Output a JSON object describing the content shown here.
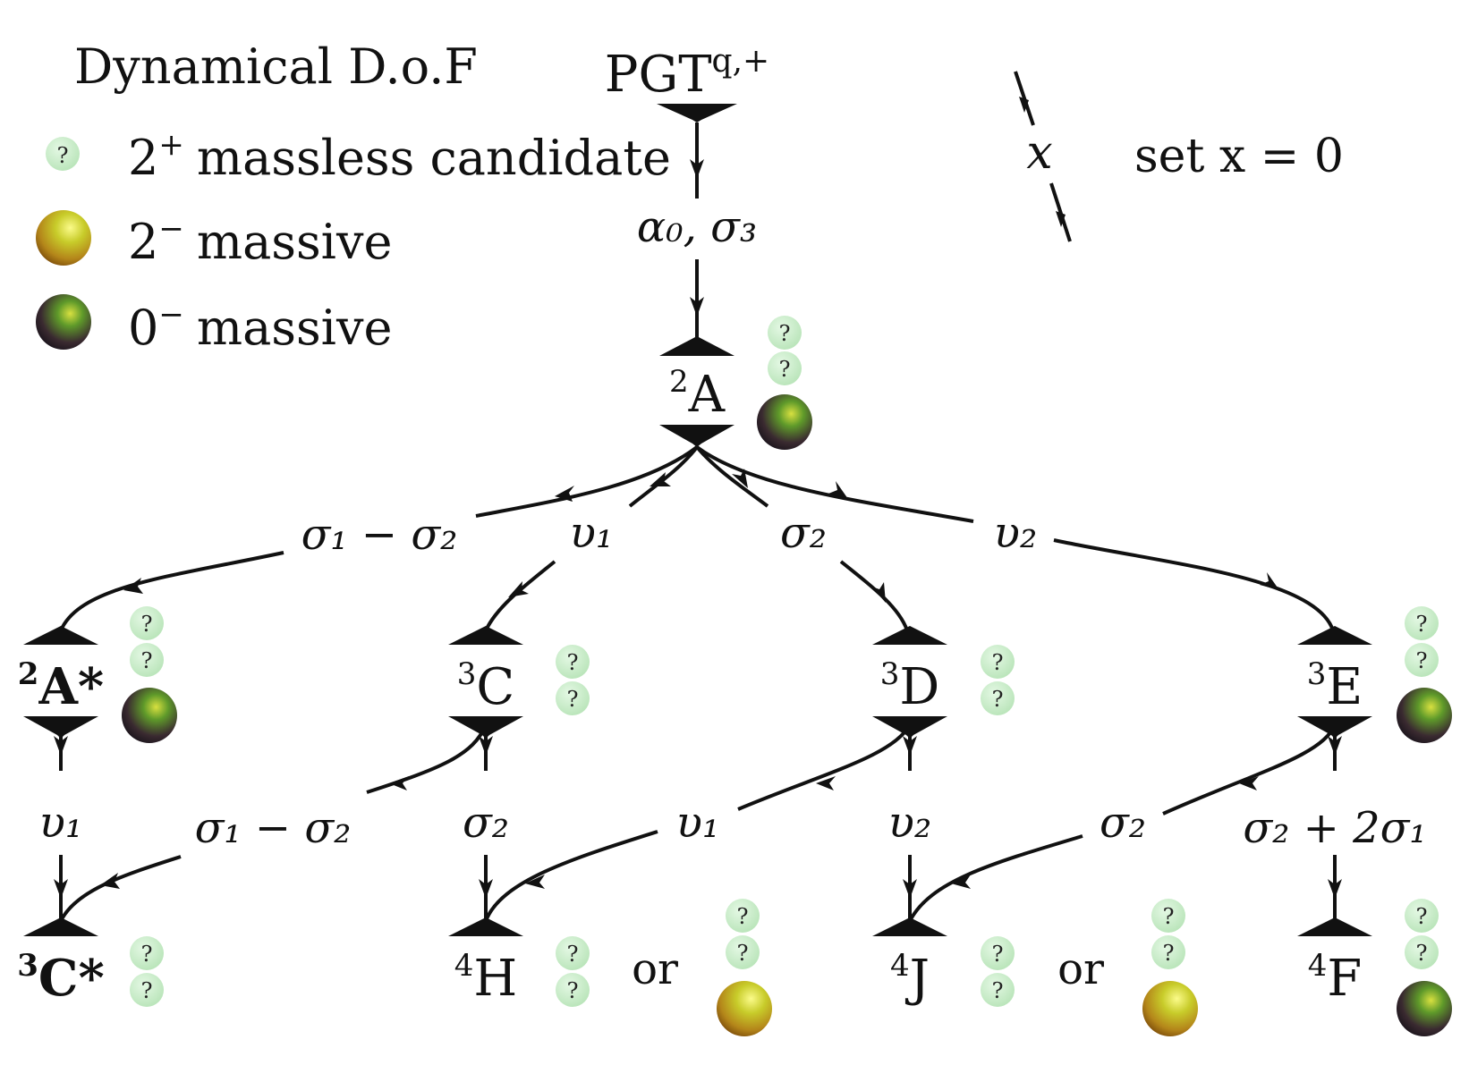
{
  "legend": {
    "title": "Dynamical D.o.F",
    "items": [
      {
        "kind": "massless",
        "sup": "+",
        "base": "2",
        "text": "massless candidate"
      },
      {
        "kind": "massive2",
        "sup": "−",
        "base": "2",
        "text": "massive"
      },
      {
        "kind": "massive0",
        "sup": "−",
        "base": "0",
        "text": "massive"
      }
    ],
    "question_mark": "?"
  },
  "key": {
    "var": "x",
    "text": "set x = 0"
  },
  "colors": {
    "massless_fill": "#c8ecc8",
    "massless_stroke": "#a8d8a8",
    "massive2_core": "#f2f25a",
    "massive2_edge": "#9a6a10",
    "massive0_core": "#6fae2a",
    "massive0_edge": "#1a1420",
    "line": "#111111"
  },
  "root": {
    "label": "PGT",
    "sup": "q,+"
  },
  "nodes": {
    "A2": {
      "pre": "2",
      "name": "A",
      "bold": false,
      "suffix": ""
    },
    "A2s": {
      "pre": "2",
      "name": "A",
      "bold": true,
      "suffix": "*"
    },
    "C3": {
      "pre": "3",
      "name": "C",
      "bold": false,
      "suffix": ""
    },
    "D3": {
      "pre": "3",
      "name": "D",
      "bold": false,
      "suffix": ""
    },
    "E3": {
      "pre": "3",
      "name": "E",
      "bold": false,
      "suffix": ""
    },
    "C3s": {
      "pre": "3",
      "name": "C",
      "bold": true,
      "suffix": "*"
    },
    "H4": {
      "pre": "4",
      "name": "H",
      "bold": false,
      "suffix": ""
    },
    "J4": {
      "pre": "4",
      "name": "J",
      "bold": false,
      "suffix": ""
    },
    "F4": {
      "pre": "4",
      "name": "F",
      "bold": false,
      "suffix": ""
    }
  },
  "edge_labels": {
    "root_A2": "α₀, σ₃",
    "A2_A2s": "σ₁ − σ₂",
    "A2_C3": "υ₁",
    "A2_D3": "σ₂",
    "A2_E3": "υ₂",
    "A2s_C3s": "υ₁",
    "C3_C3s": "σ₁ − σ₂",
    "C3_H4": "σ₂",
    "D3_H4": "υ₁",
    "D3_J4": "υ₂",
    "E3_J4": "σ₂",
    "E3_F4": "σ₂ + 2σ₁"
  },
  "or_text": "or"
}
